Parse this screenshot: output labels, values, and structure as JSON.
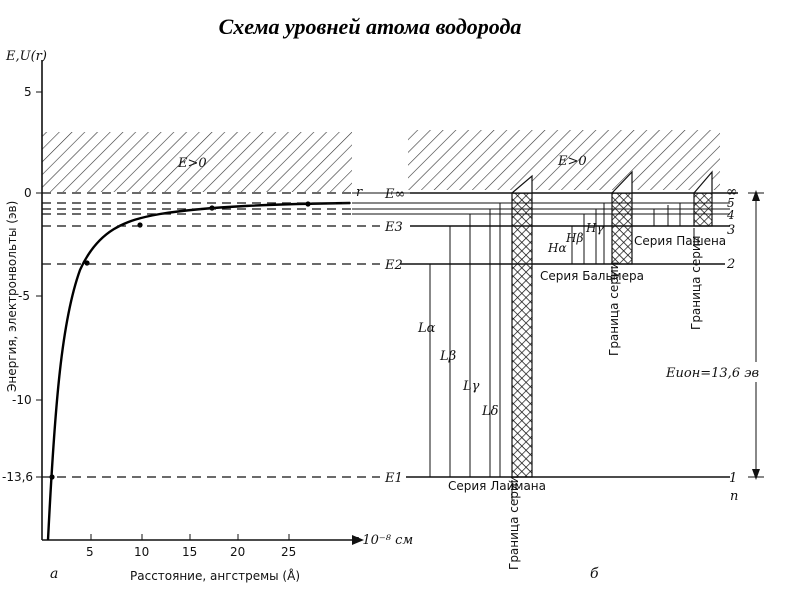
{
  "title": "Схема уровней атома водорода",
  "left": {
    "y_axis_label": "E,U(r)",
    "y_axis_title": "Энергия, электронвольты (эв)",
    "y_ticks": [
      "5",
      "0",
      "-5",
      "-10",
      "-13,6"
    ],
    "x_ticks": [
      "5",
      "10",
      "15",
      "20",
      "25"
    ],
    "x_axis_label": "r·10⁻⁸ см",
    "x_axis_title": "Расстояние, ангстремы (Å)",
    "region_label": "E>0",
    "r_label": "r",
    "panel_label": "а",
    "level_labels": [
      "E∞",
      "E3",
      "E2",
      "E1"
    ]
  },
  "right": {
    "region_label": "E>0",
    "level_numbers": [
      "∞",
      "5",
      "4",
      "3",
      "2",
      "1"
    ],
    "n_label": "n",
    "panel_label": "б",
    "lyman_lines": [
      "Lα",
      "Lβ",
      "Lγ",
      "Lδ"
    ],
    "balmer_lines": [
      "Hα",
      "Hβ",
      "Hγ"
    ],
    "lyman_series": "Серия Лаймана",
    "balmer_series": "Серия Бальмера",
    "paschen_series": "Серия Пашена",
    "series_limit": "Граница серии",
    "ionization": "Eион=13,6 эв"
  }
}
